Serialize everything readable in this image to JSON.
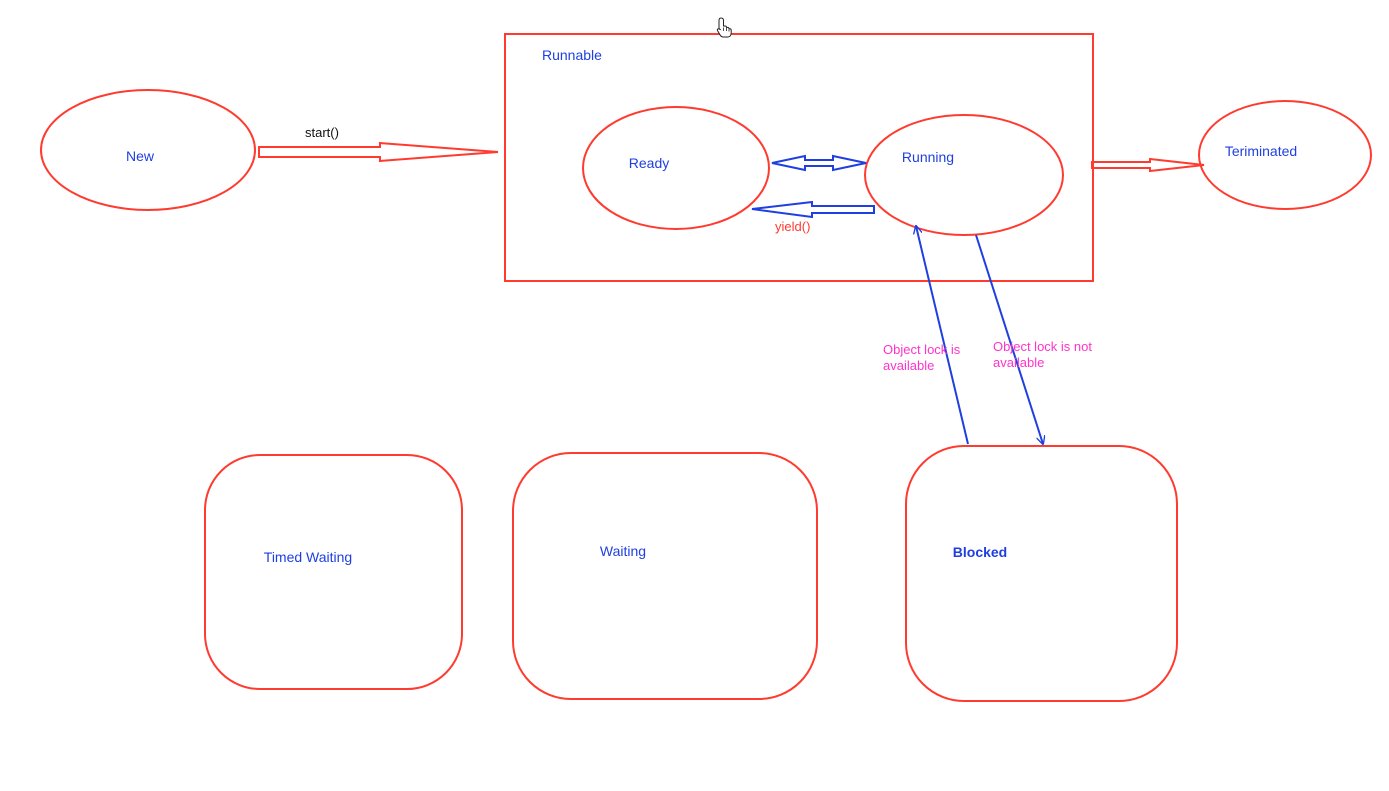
{
  "colors": {
    "shape_stroke": "#ff3b30",
    "node_text": "#1f3fe0",
    "blue_arrow": "#1f3fe0",
    "annotation": "#ff33cc",
    "black_text": "#111111",
    "yield_text": "#ff3b30"
  },
  "container": {
    "label": "Runnable"
  },
  "states": {
    "new": "New",
    "ready": "Ready",
    "running": "Running",
    "terminated": "Teriminated",
    "timed_waiting": "Timed Waiting",
    "waiting": "Waiting",
    "blocked": "Blocked"
  },
  "edges": {
    "start": "start()",
    "yield": "yield()",
    "lock_available_line1": "Object lock is",
    "lock_available_line2": "available",
    "lock_not_available_line1": "Object lock is not",
    "lock_not_available_line2": "available"
  },
  "cursor_icon": "hand-pointer-icon"
}
